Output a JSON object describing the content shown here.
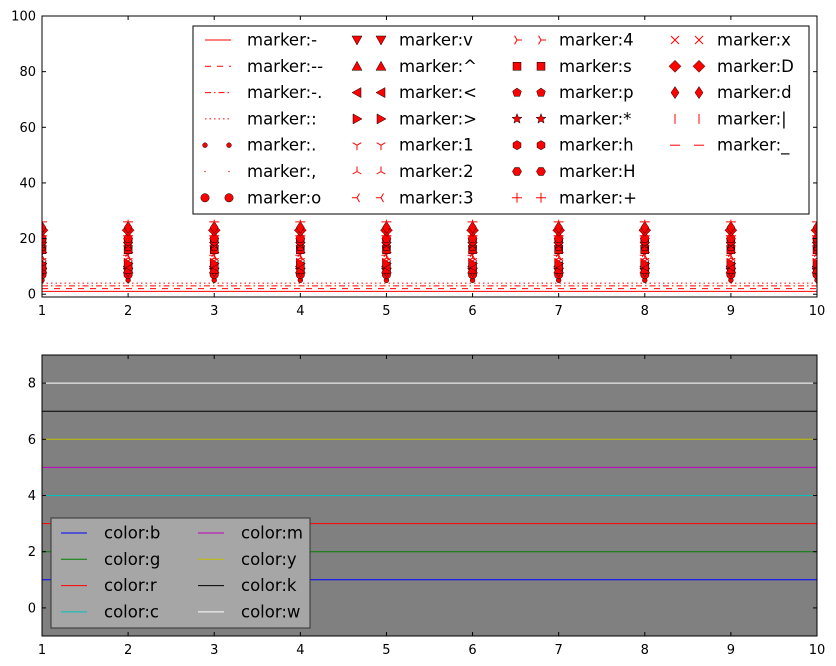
{
  "chart_data": [
    {
      "type": "line",
      "x": [
        1,
        2,
        3,
        4,
        5,
        6,
        7,
        8,
        9,
        10
      ],
      "xlim": [
        1,
        10
      ],
      "ylim": [
        -1,
        100
      ],
      "x_ticks": [
        "1",
        "2",
        "3",
        "4",
        "5",
        "6",
        "7",
        "8",
        "9",
        "10"
      ],
      "y_ticks": [
        "0",
        "20",
        "40",
        "60",
        "80",
        "100"
      ],
      "y_tick_values": [
        0,
        20,
        40,
        60,
        80,
        100
      ],
      "grid": false,
      "legend_position": "top-right",
      "legend_columns": 4,
      "color": "#ff0000",
      "series": [
        {
          "name": "marker:-",
          "y": 1,
          "marker": "-"
        },
        {
          "name": "marker:--",
          "y": 2,
          "marker": "--"
        },
        {
          "name": "marker:-.",
          "y": 3,
          "marker": "-."
        },
        {
          "name": "marker::",
          "y": 4,
          "marker": ":"
        },
        {
          "name": "marker:.",
          "y": 5,
          "marker": "."
        },
        {
          "name": "marker:,",
          "y": 6,
          "marker": ","
        },
        {
          "name": "marker:o",
          "y": 7,
          "marker": "o"
        },
        {
          "name": "marker:v",
          "y": 8,
          "marker": "v"
        },
        {
          "name": "marker:^",
          "y": 9,
          "marker": "^"
        },
        {
          "name": "marker:<",
          "y": 10,
          "marker": "<"
        },
        {
          "name": "marker:>",
          "y": 11,
          "marker": ">"
        },
        {
          "name": "marker:1",
          "y": 12,
          "marker": "1"
        },
        {
          "name": "marker:2",
          "y": 13,
          "marker": "2"
        },
        {
          "name": "marker:3",
          "y": 14,
          "marker": "3"
        },
        {
          "name": "marker:4",
          "y": 15,
          "marker": "4"
        },
        {
          "name": "marker:s",
          "y": 16,
          "marker": "s"
        },
        {
          "name": "marker:p",
          "y": 17,
          "marker": "p"
        },
        {
          "name": "marker:*",
          "y": 18,
          "marker": "*"
        },
        {
          "name": "marker:h",
          "y": 19,
          "marker": "h"
        },
        {
          "name": "marker:H",
          "y": 20,
          "marker": "H"
        },
        {
          "name": "marker:+",
          "y": 21,
          "marker": "+"
        },
        {
          "name": "marker:x",
          "y": 22,
          "marker": "x"
        },
        {
          "name": "marker:D",
          "y": 23,
          "marker": "D"
        },
        {
          "name": "marker:d",
          "y": 24,
          "marker": "d"
        },
        {
          "name": "marker:|",
          "y": 25,
          "marker": "|"
        },
        {
          "name": "marker:_",
          "y": 26,
          "marker": "_"
        }
      ]
    },
    {
      "type": "line",
      "x": [
        1,
        10
      ],
      "xlim": [
        1,
        10
      ],
      "ylim": [
        -1,
        9
      ],
      "x_ticks": [
        "1",
        "2",
        "3",
        "4",
        "5",
        "6",
        "7",
        "8",
        "9",
        "10"
      ],
      "y_ticks": [
        "0",
        "2",
        "4",
        "6",
        "8"
      ],
      "y_tick_values": [
        0,
        2,
        4,
        6,
        8
      ],
      "grid": false,
      "axes_background": "#808080",
      "legend_position": "lower-left",
      "legend_columns": 2,
      "series": [
        {
          "name": "color:b",
          "y": 1,
          "color": "#0000ff"
        },
        {
          "name": "color:g",
          "y": 2,
          "color": "#008000"
        },
        {
          "name": "color:r",
          "y": 3,
          "color": "#ff0000"
        },
        {
          "name": "color:c",
          "y": 4,
          "color": "#00bfbf"
        },
        {
          "name": "color:m",
          "y": 5,
          "color": "#bf00bf"
        },
        {
          "name": "color:y",
          "y": 6,
          "color": "#bfbf00"
        },
        {
          "name": "color:k",
          "y": 7,
          "color": "#000000"
        },
        {
          "name": "color:w",
          "y": 8,
          "color": "#ffffff"
        }
      ]
    }
  ]
}
